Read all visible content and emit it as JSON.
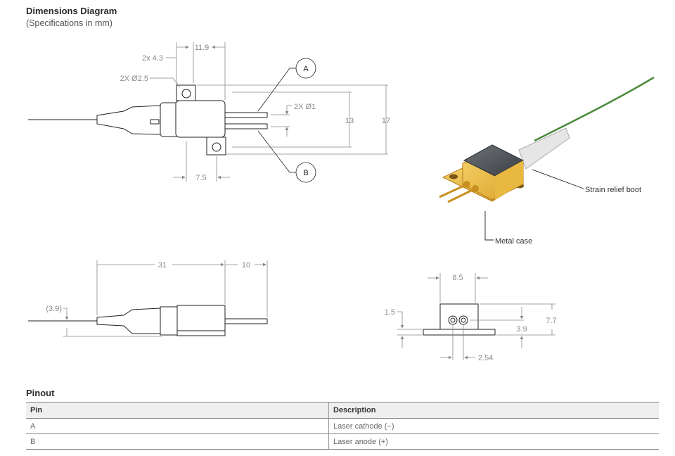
{
  "header": {
    "title": "Dimensions Diagram",
    "subtitle": "(Specifications in mm)"
  },
  "top_view": {
    "dim_width": "11.9",
    "dim_hole_offset": "2x 4.3",
    "dim_hole_dia": "2X Ø2.5",
    "dim_pin_dia": "2X Ø1",
    "dim_height_inner": "13",
    "dim_height_outer": "17",
    "dim_base": "7.5",
    "callout_a": "A",
    "callout_b": "B"
  },
  "render": {
    "label_boot": "Strain relief boot",
    "label_case": "Metal case"
  },
  "side_view": {
    "dim_length": "31",
    "dim_pin_length": "10",
    "dim_offset": "(3.9)"
  },
  "end_view": {
    "dim_width": "8.5",
    "dim_flange": "1.5",
    "dim_total": "7.7",
    "dim_pin_height": "3.9",
    "dim_pin_pitch": "2.54"
  },
  "pinout": {
    "title": "Pinout",
    "headers": [
      "Pin",
      "Description"
    ],
    "rows": [
      [
        "A",
        "Laser cathode (−)"
      ],
      [
        "B",
        "Laser anode (+)"
      ]
    ]
  }
}
